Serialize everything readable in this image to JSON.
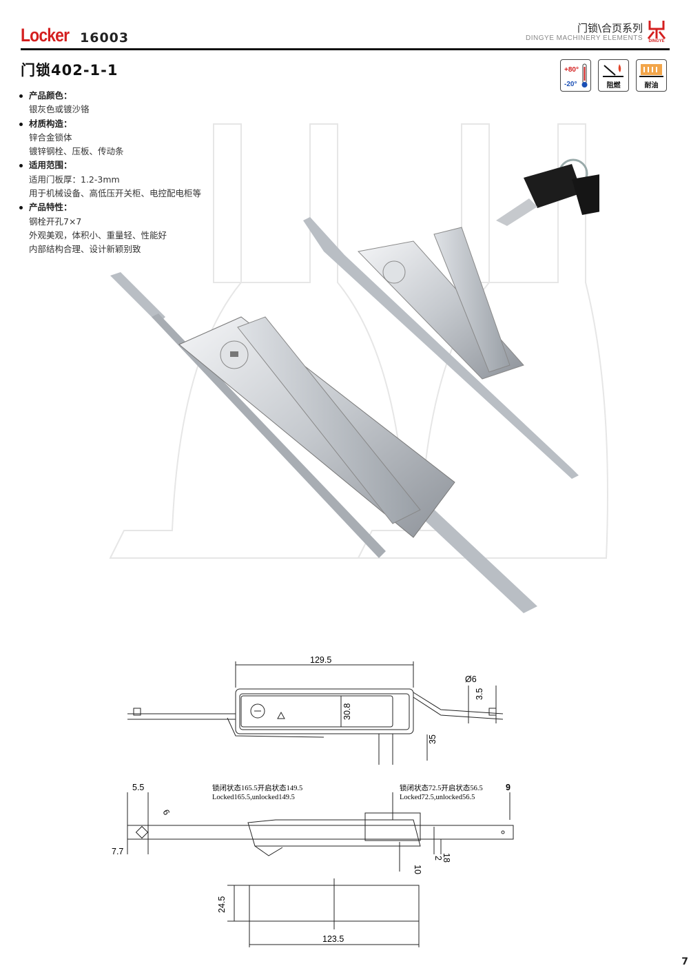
{
  "header": {
    "brand": "Locker",
    "series_code": "16003",
    "series_cn": "门锁\\合页系列",
    "series_en": "DINGYE MACHINERY ELEMENTS",
    "logo_text": "DINGYE"
  },
  "product": {
    "title": "门锁402-1-1"
  },
  "specs": [
    {
      "label": "",
      "top_text": "+80°",
      "bottom_text": "-20°",
      "icon": "temperature-icon"
    },
    {
      "label": "阻燃",
      "icon": "flame-retardant-icon"
    },
    {
      "label": "耐油",
      "icon": "oil-resistant-icon"
    }
  ],
  "features": [
    {
      "heading": "产品颜色：",
      "lines": [
        "银灰色或镀沙铬"
      ]
    },
    {
      "heading": "材质构造：",
      "lines": [
        "锌合金锁体",
        "镀锌钢栓、压板、传动条"
      ]
    },
    {
      "heading": "适用范围：",
      "lines": [
        "适用门板厚：1.2-3mm",
        "用于机械设备、高低压开关柜、电控配电柜等"
      ]
    },
    {
      "heading": "产品特性：",
      "lines": [
        " 钢栓开孔7×7",
        "外观美观，体积小、重量轻、性能好",
        "内部结构合理、设计新颖别致"
      ]
    }
  ],
  "drawing_top": {
    "width_label": "129.5",
    "dia_label": "Ø6",
    "offset_label": "3.5",
    "inner_label": "30.8",
    "height_label": "35"
  },
  "drawing_side": {
    "left_offset": "5.5",
    "hole": "6",
    "left_bottom": "7.7",
    "right_label": "9",
    "locked_left_cn": "锁闭状态165.5开启状态149.5",
    "locked_left_en": "Locked165.5,unlocked149.5",
    "locked_right_cn": "锁闭状态72.5开启状态56.5",
    "locked_right_en": "Locked72.5,unlocked56.5",
    "bottom_a": "10",
    "bottom_b": "2",
    "bottom_c": "18"
  },
  "drawing_bottom": {
    "height_label": "24.5",
    "width_label": "123.5"
  },
  "page_number": "7"
}
